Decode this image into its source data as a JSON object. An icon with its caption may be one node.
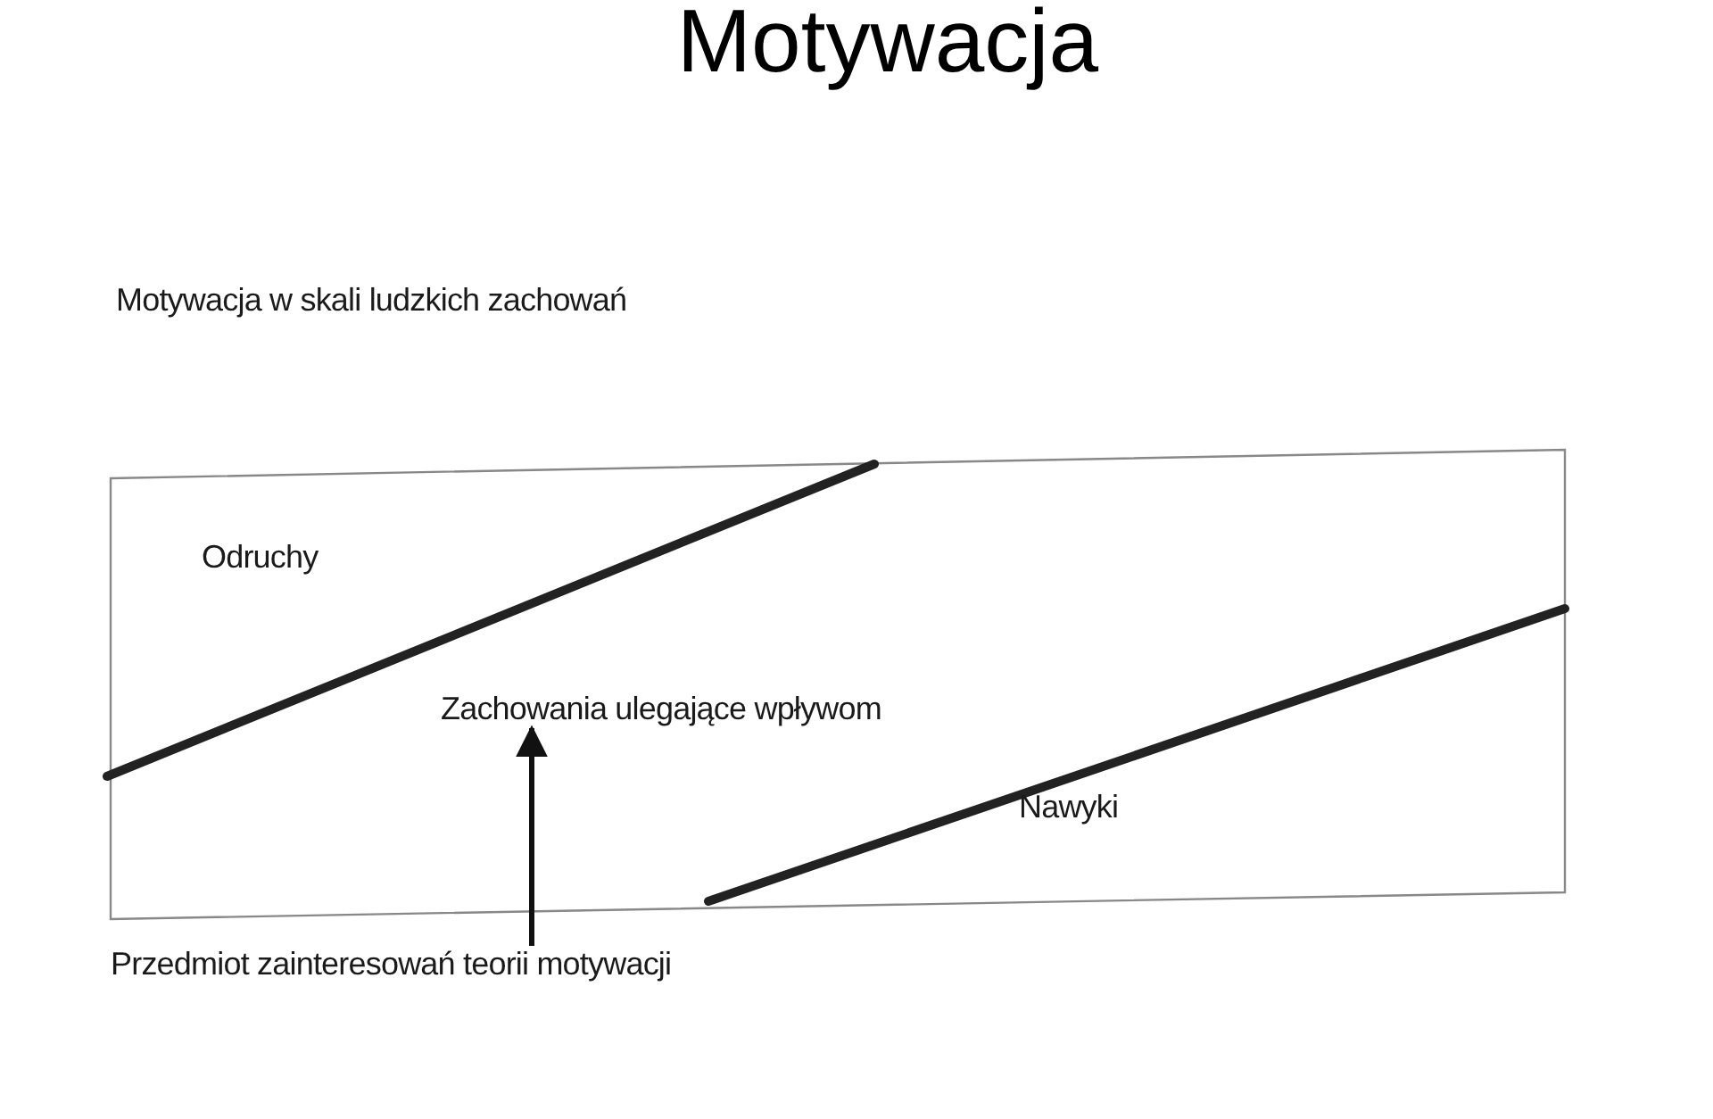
{
  "diagram": {
    "title": "Motywacja",
    "nodes": [
      {
        "text": [
          "Zachowania ulegające wpływom"
        ]
      },
      {
        "text": [
          "Przedmiot zainteresowań teorii motywacji"
        ]
      }
    ],
    "edges": [
      {
        "from": 1,
        "to": 0,
        "arrow": "to"
      }
    ],
    "labels": [
      "Motywacja w skali ludzkich zachowań",
      "Odruchy",
      "Nawyki"
    ]
  }
}
